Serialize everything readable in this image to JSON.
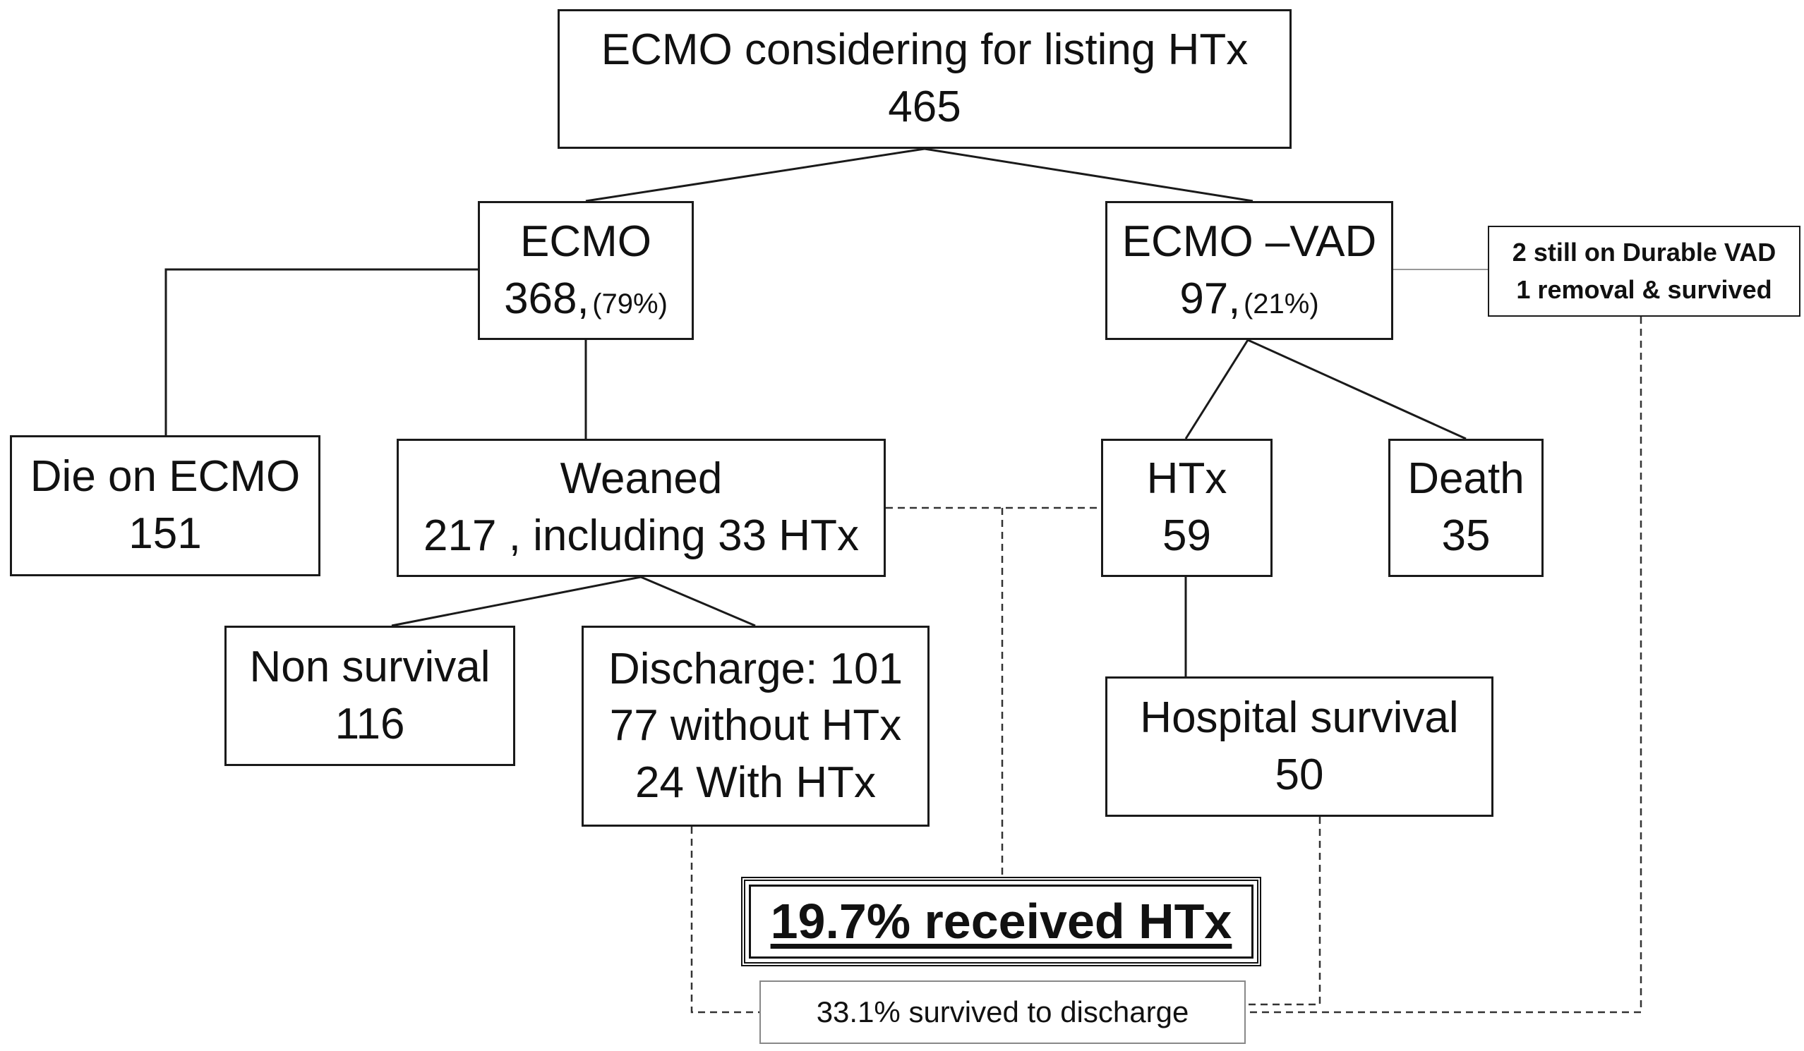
{
  "root": {
    "title": "ECMO considering for listing HTx",
    "count": "465"
  },
  "ecmo": {
    "label": "ECMO",
    "count": "368,",
    "percent": "(79%)"
  },
  "ecmo_vad": {
    "label": "ECMO –VAD",
    "count": "97,",
    "percent": "(21%)"
  },
  "vad_note": {
    "line1": "2 still on Durable VAD",
    "line2": "1 removal & survived"
  },
  "die_on_ecmo": {
    "label": "Die on ECMO",
    "count": "151"
  },
  "weaned": {
    "label": "Weaned",
    "detail": "217 , including 33 HTx"
  },
  "htx": {
    "label": "HTx",
    "count": "59"
  },
  "death": {
    "label": "Death",
    "count": "35"
  },
  "non_survival": {
    "label": "Non survival",
    "count": "116"
  },
  "discharge": {
    "line1": "Discharge: 101",
    "line2": "77 without HTx",
    "line3": "24  With HTx"
  },
  "hospital_survival": {
    "label": "Hospital survival",
    "count": "50"
  },
  "result": {
    "label": "19.7% received HTx"
  },
  "survival_note": {
    "label": "33.1% survived to discharge"
  }
}
